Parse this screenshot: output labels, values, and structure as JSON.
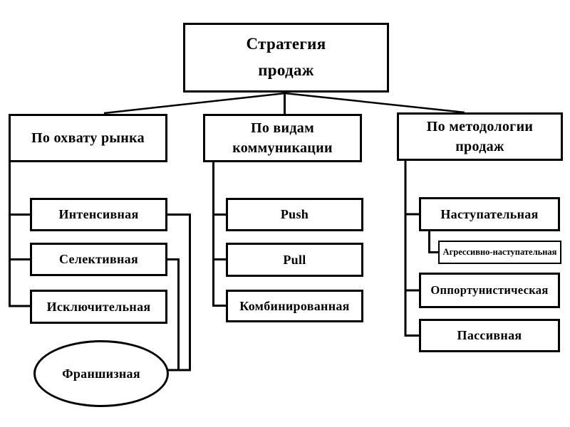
{
  "diagram": {
    "root": {
      "label": "Стратегия\nпродаж"
    },
    "branches": [
      {
        "label": "По охвату рынка",
        "children": [
          {
            "label": "Интенсивная",
            "shape": "box"
          },
          {
            "label": "Селективная",
            "shape": "box"
          },
          {
            "label": "Исключительная",
            "shape": "box"
          },
          {
            "label": "Франшизная",
            "shape": "ellipse"
          }
        ]
      },
      {
        "label": "По видам\nкоммуникации",
        "children": [
          {
            "label": "Push",
            "shape": "box"
          },
          {
            "label": "Pull",
            "shape": "box"
          },
          {
            "label": "Комбинированная",
            "shape": "box"
          }
        ]
      },
      {
        "label": "По методологии\nпродаж",
        "children": [
          {
            "label": "Наступательная",
            "shape": "box",
            "children": [
              {
                "label": "Агрессивно-наступательная",
                "shape": "box"
              }
            ]
          },
          {
            "label": "Оппортунистическая",
            "shape": "box"
          },
          {
            "label": "Пассивная",
            "shape": "box"
          }
        ]
      }
    ],
    "colors": {
      "line": "#000000",
      "node_background": "#ffffff",
      "page_background": "#ffffff",
      "text": "#000000"
    }
  }
}
